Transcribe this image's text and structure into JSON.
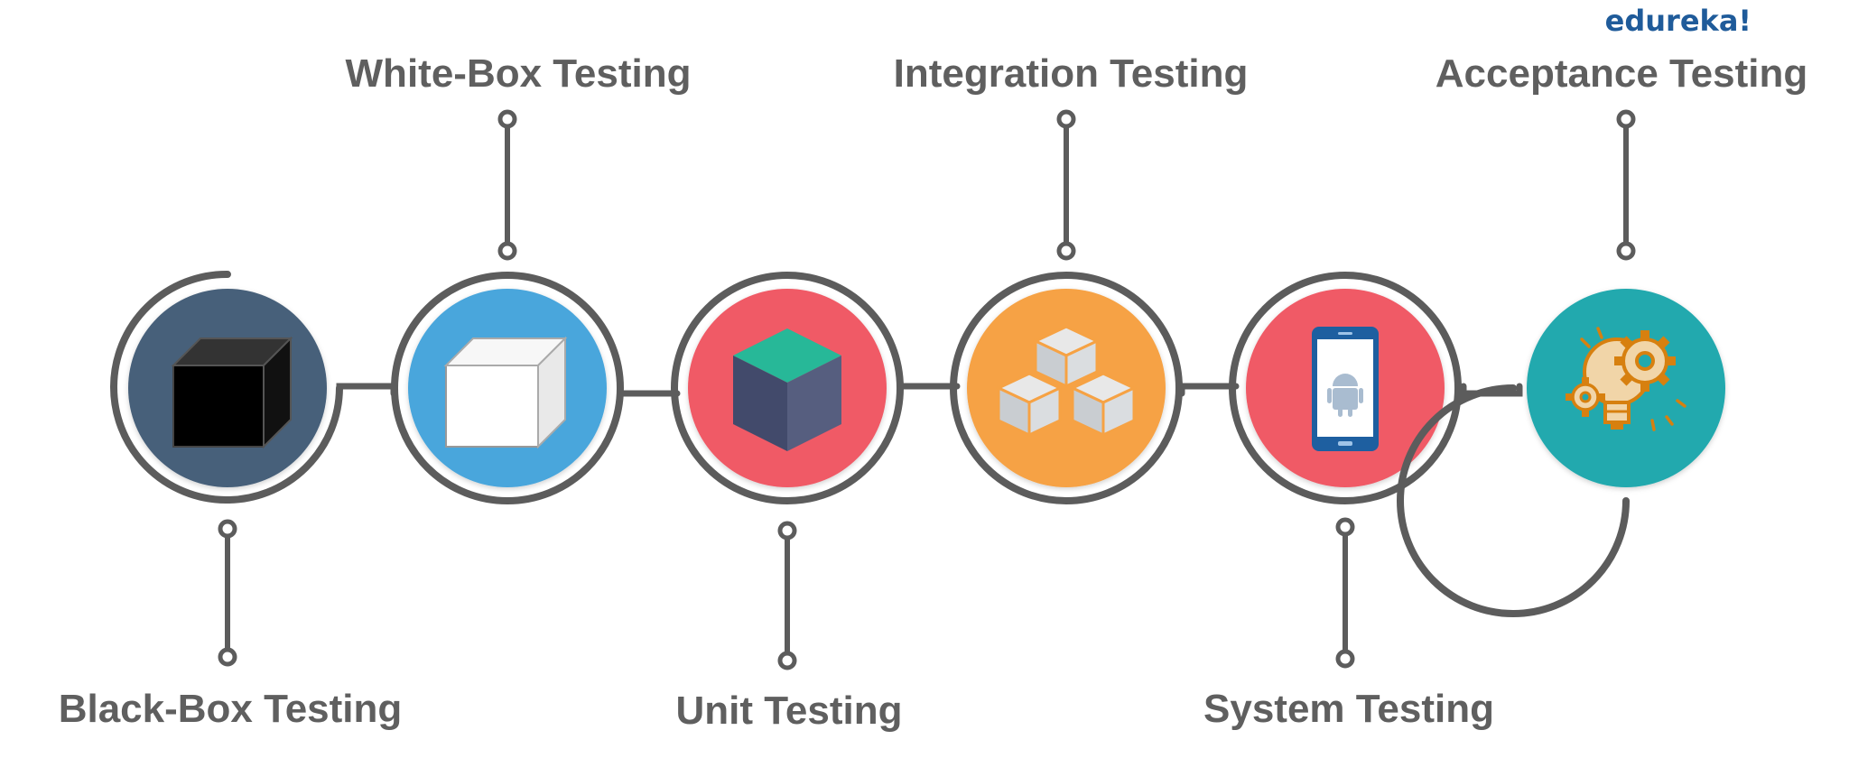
{
  "brand": {
    "logo": "edureka!"
  },
  "stages": [
    {
      "label": "Black-Box Testing",
      "icon": "black-cube-icon",
      "color": "#47607a",
      "label_position": "bottom"
    },
    {
      "label": "White-Box Testing",
      "icon": "white-cube-icon",
      "color": "#4aa6dc",
      "label_position": "top"
    },
    {
      "label": "Unit Testing",
      "icon": "unit-cube-icon",
      "color": "#f05a66",
      "label_position": "bottom"
    },
    {
      "label": "Integration Testing",
      "icon": "stacked-boxes-icon",
      "color": "#f6a244",
      "label_position": "top"
    },
    {
      "label": "System Testing",
      "icon": "android-phone-icon",
      "color": "#f05a66",
      "label_position": "bottom"
    },
    {
      "label": "Acceptance Testing",
      "icon": "lightbulb-gears-icon",
      "color": "#21a9ae",
      "label_position": "top"
    }
  ],
  "colors": {
    "connector": "#5c5c5c",
    "label": "#5f5f5f",
    "logo": "#1f5b9a"
  }
}
